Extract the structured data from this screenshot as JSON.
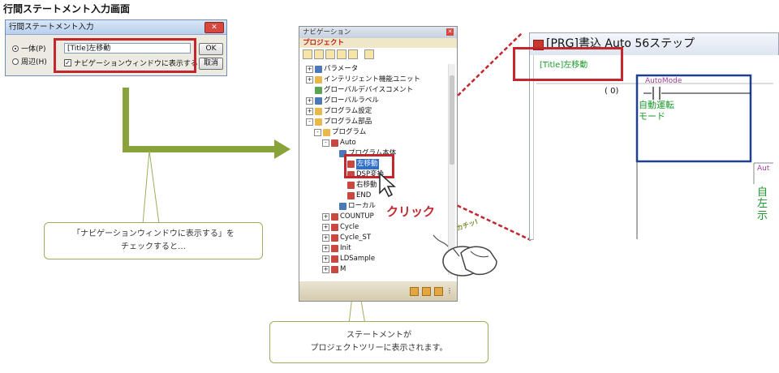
{
  "heading": "行間ステートメント入力画面",
  "dialog": {
    "title": "行間ステートメント入力",
    "close_icon": "close-icon",
    "radio_integrated": "一体(P)",
    "radio_peripheral": "周辺(H)",
    "statement_value": "[Title]左移動",
    "show_in_nav_label": "ナビゲーションウィンドウに表示する",
    "ok_label": "OK",
    "cancel_label": "取消"
  },
  "callout_left": {
    "line1": "「ナビゲーションウィンドウに表示する」を",
    "line2": "チェックすると…"
  },
  "navigation": {
    "title": "ナビゲーション",
    "project_label": "プロジェクト",
    "tree": [
      {
        "label": "パラメータ",
        "indent": 0,
        "expander": "+"
      },
      {
        "label": "インテリジェント機能ユニット",
        "indent": 0,
        "expander": "+"
      },
      {
        "label": "グローバルデバイスコメント",
        "indent": 0,
        "expander": ""
      },
      {
        "label": "グローバルラベル",
        "indent": 0,
        "expander": "+"
      },
      {
        "label": "プログラム設定",
        "indent": 0,
        "expander": "+"
      },
      {
        "label": "プログラム部品",
        "indent": 0,
        "expander": "-"
      },
      {
        "label": "プログラム",
        "indent": 1,
        "expander": "-"
      },
      {
        "label": "Auto",
        "indent": 2,
        "expander": "-"
      },
      {
        "label": "プログラム本体",
        "indent": 3,
        "expander": ""
      },
      {
        "label": "左移動",
        "indent": 4,
        "expander": "",
        "selected": true
      },
      {
        "label": "DSP変換",
        "indent": 4,
        "expander": ""
      },
      {
        "label": "右移動",
        "indent": 4,
        "expander": ""
      },
      {
        "label": "END",
        "indent": 4,
        "expander": ""
      },
      {
        "label": "ローカル",
        "indent": 3,
        "expander": ""
      },
      {
        "label": "COUNTUP",
        "indent": 2,
        "expander": "+"
      },
      {
        "label": "Cycle",
        "indent": 2,
        "expander": "+"
      },
      {
        "label": "Cycle_ST",
        "indent": 2,
        "expander": "+"
      },
      {
        "label": "Init",
        "indent": 2,
        "expander": "+"
      },
      {
        "label": "LDSample",
        "indent": 2,
        "expander": "+"
      },
      {
        "label": "M",
        "indent": 2,
        "expander": "+"
      }
    ]
  },
  "click_label": "クリック",
  "kachi_label": "カチッ!",
  "callout_bottom": {
    "line1": "ステートメントが",
    "line2": "プロジェクトツリーに表示されます。"
  },
  "ladder": {
    "title": "[PRG]書込 Auto 56ステップ",
    "statement": "[Title]左移動",
    "step": "0",
    "contact_label": "AutoMode",
    "comment_line1": "自動運転",
    "comment_line2": "モード",
    "right_label": "Aut",
    "right_text1": "自",
    "right_text2": "左",
    "right_text3": "示"
  },
  "colors": {
    "arrow": "#8aa23a",
    "highlight": "#c4262e",
    "callout_border": "#9ab05a",
    "ladder_comment": "#1a9a2a",
    "ladder_block": "#1f3f8f"
  }
}
